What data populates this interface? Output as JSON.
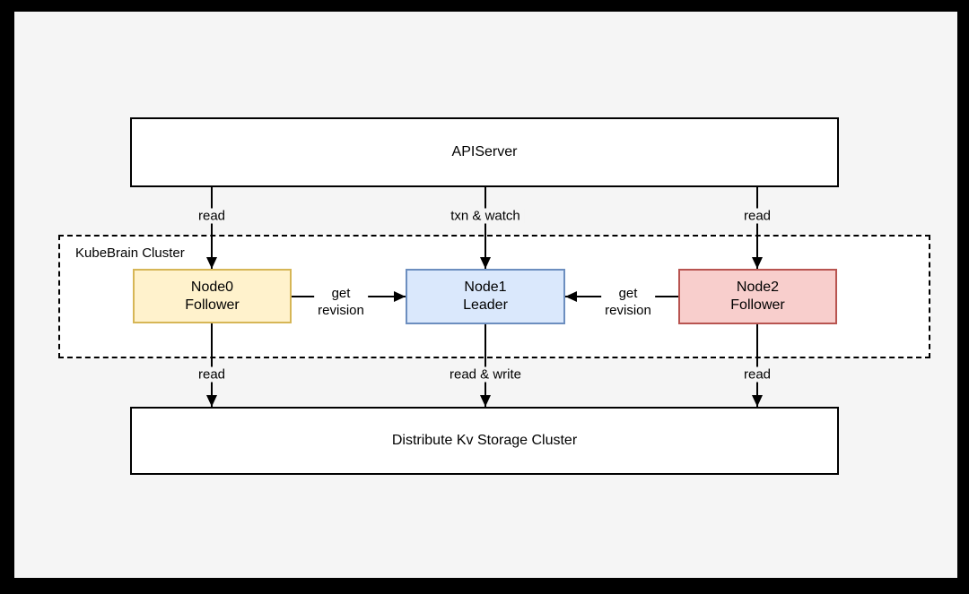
{
  "diagram": {
    "api_server": {
      "label": "APIServer"
    },
    "cluster": {
      "label": "KubeBrain Cluster"
    },
    "nodes": [
      {
        "name": "Node0",
        "role": "Follower",
        "fill": "#FFF2CC",
        "stroke": "#D6B656"
      },
      {
        "name": "Node1",
        "role": "Leader",
        "fill": "#DAE8FC",
        "stroke": "#6C8EBF"
      },
      {
        "name": "Node2",
        "role": "Follower",
        "fill": "#F8CECC",
        "stroke": "#B85450"
      }
    ],
    "storage": {
      "label": "Distribute Kv Storage Cluster"
    },
    "edges": {
      "api_to_node0": "read",
      "api_to_node1": "txn & watch",
      "api_to_node2": "read",
      "node0_to_storage": "read",
      "node1_to_storage": "read & write",
      "node2_to_storage": "read",
      "node0_to_node1": [
        "get",
        "revision"
      ],
      "node2_to_node1": [
        "get",
        "revision"
      ]
    },
    "colors": {
      "frame": "#000000",
      "canvas": "#F5F5F5",
      "shape_fill": "#FFFFFF",
      "shape_stroke": "#000000",
      "connector": "#000000"
    }
  }
}
